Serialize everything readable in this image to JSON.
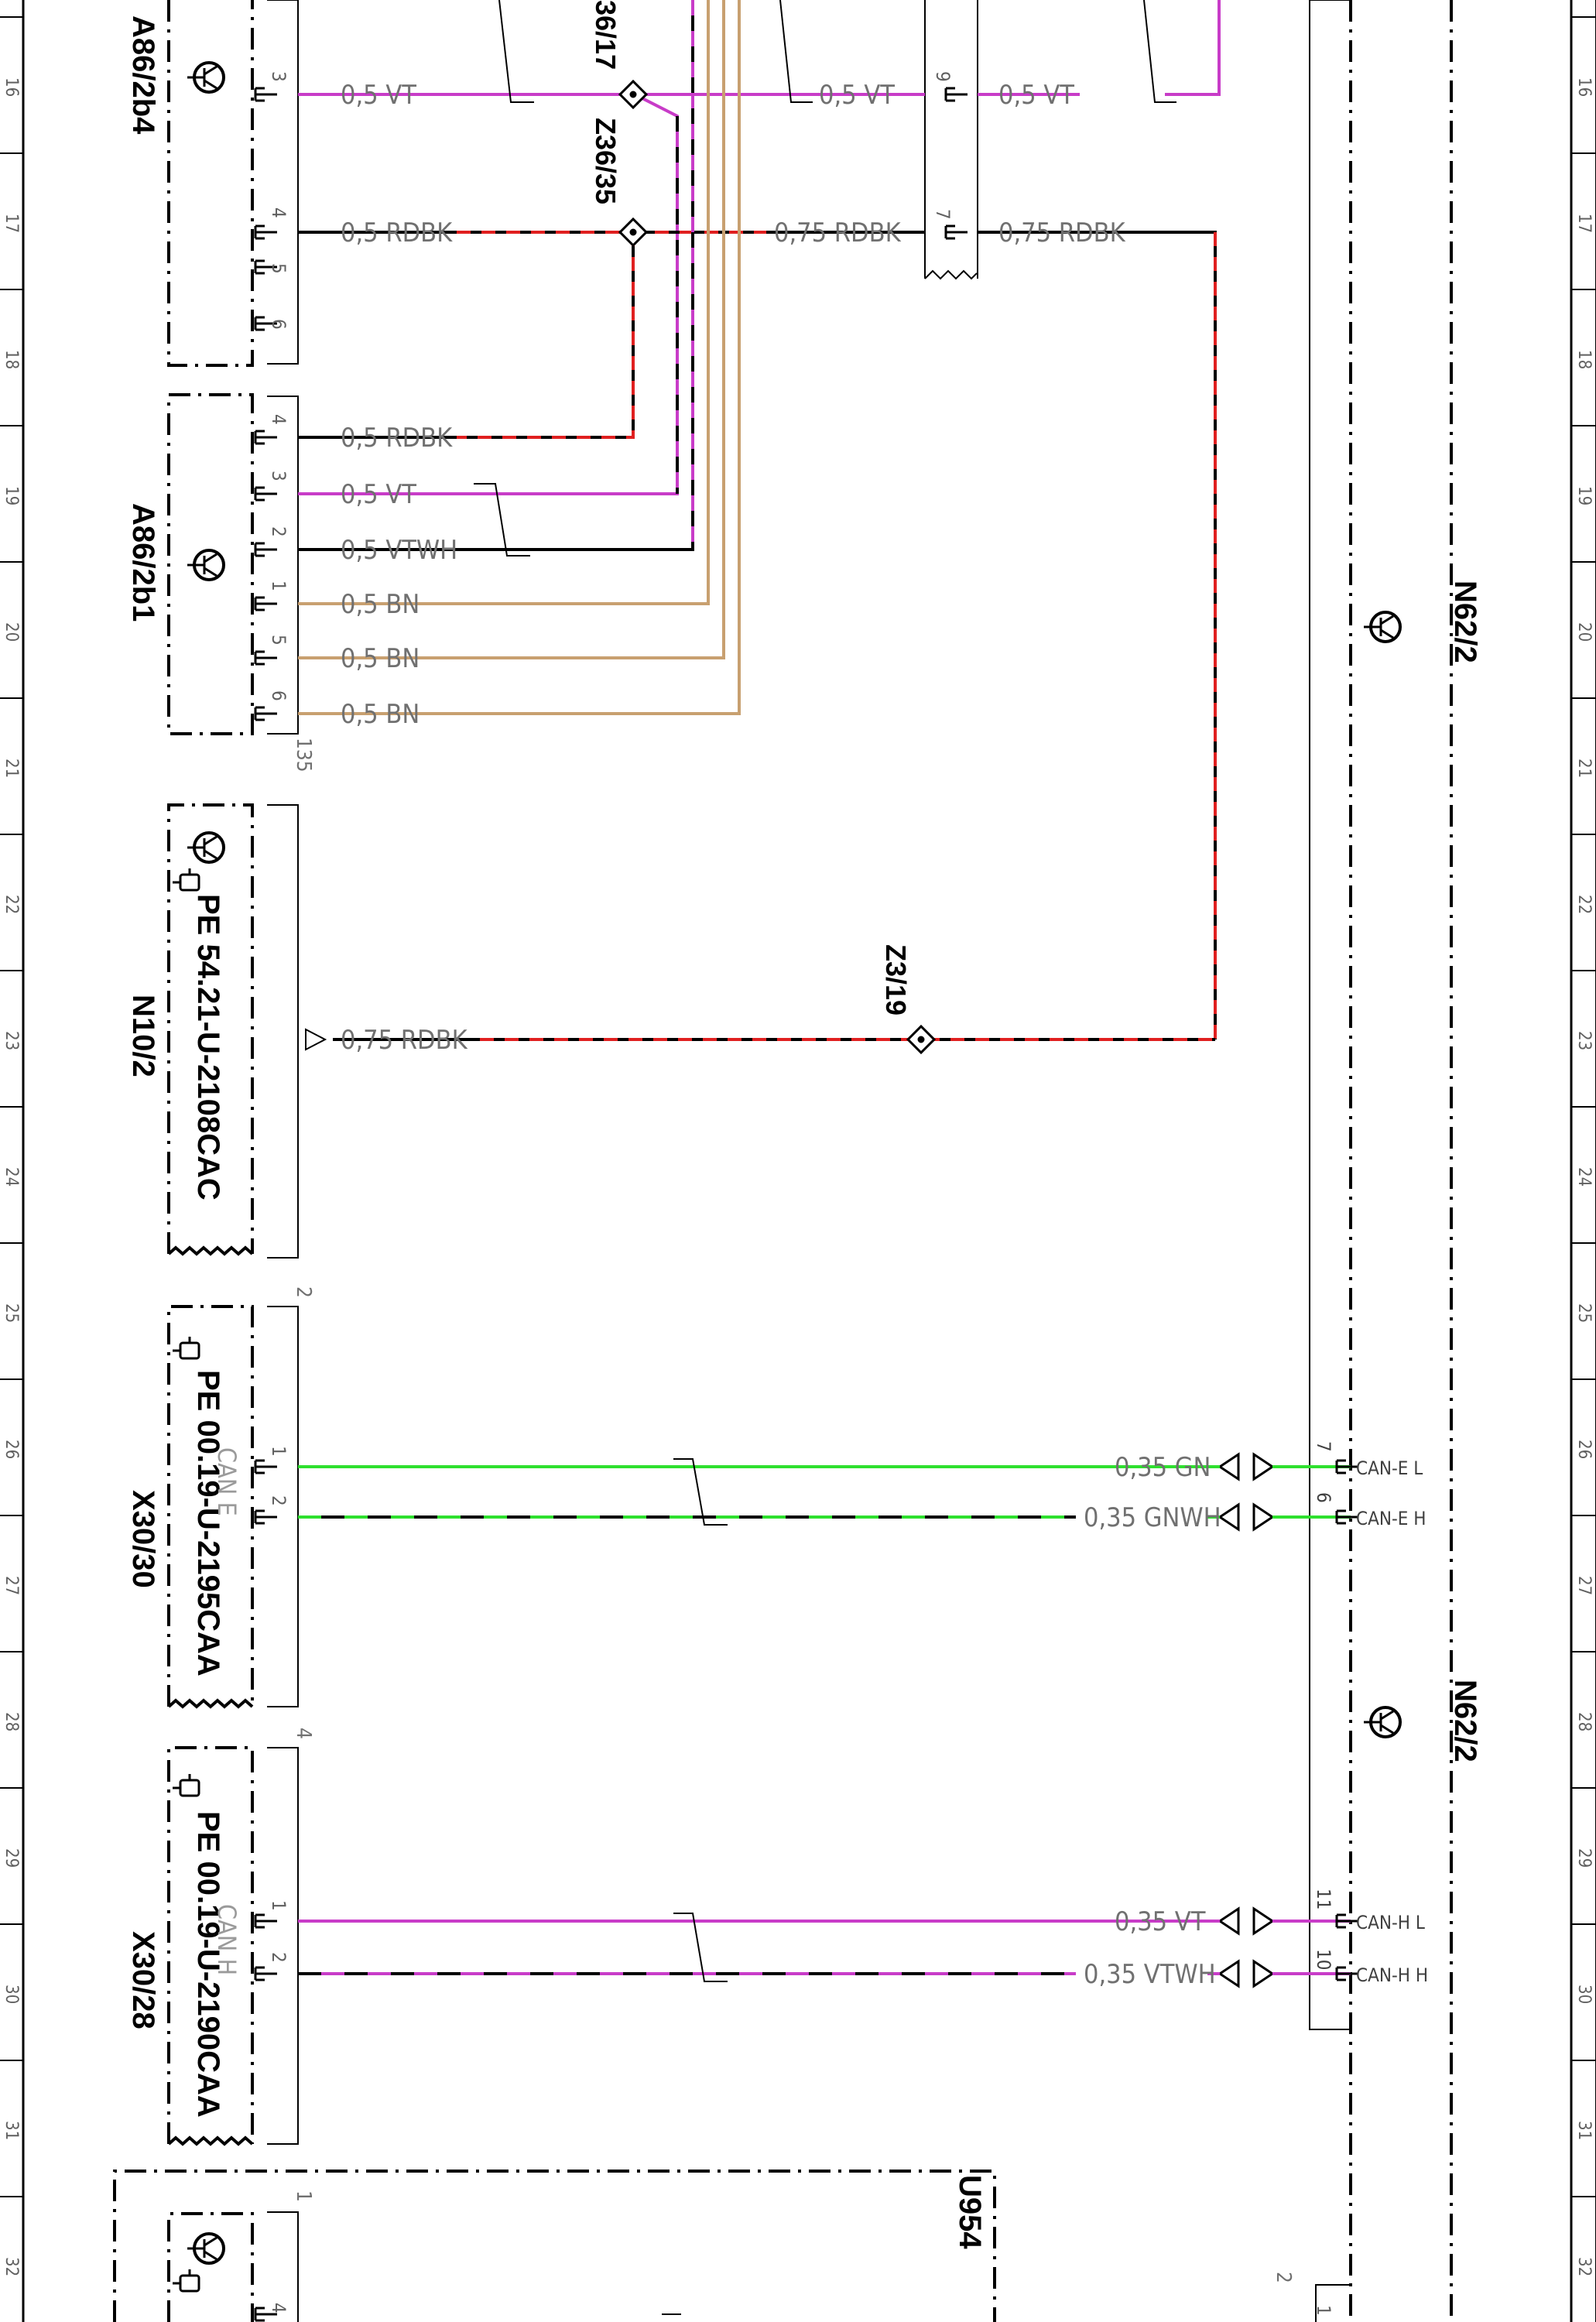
{
  "components": {
    "a86_2b4": {
      "label": "A86/2b4",
      "pins": [
        "3",
        "4",
        "5",
        "6"
      ]
    },
    "a86_2b1": {
      "label": "A86/2b1",
      "pins": [
        "4",
        "3",
        "2",
        "1",
        "5",
        "6"
      ]
    },
    "n10_2": {
      "label": "N10/2",
      "pe": "PE 54.21-U-2108CAC",
      "ref": "135"
    },
    "x30_30": {
      "label": "X30/30",
      "pe": "PE 00.19-U-2195CAA",
      "can": "CAN E",
      "ref": "2",
      "pins": [
        "1",
        "2"
      ]
    },
    "x30_28": {
      "label": "X30/28",
      "pe": "PE 00.19-U-2190CAA",
      "can": "CAN H",
      "ref": "4",
      "pins": [
        "1",
        "2"
      ]
    },
    "u954": {
      "label": "U954",
      "ref": "1",
      "pin": "4",
      "pin2": "2",
      "pin3": "1"
    },
    "n62_2_top": {
      "label": "N62/2"
    },
    "n62_2_bottom": {
      "label": "N62/2"
    }
  },
  "splices": {
    "z36_17": "36/17",
    "z36_35": "Z36/35",
    "z3_19": "Z3/19"
  },
  "wires": {
    "a86_2b4_p3": "0,5  VT",
    "a86_2b4_p4": "0,5  RDBK",
    "mid_p9": "0,5  VT",
    "mid_p9_right": "0,5  VT",
    "mid_p7": "0,75  RDBK",
    "mid_p7_right": "0,75  RDBK",
    "a86_2b1_p4": "0,5  RDBK",
    "a86_2b1_p3": "0,5  VT",
    "a86_2b1_p2": "0,5  VTWH",
    "a86_2b1_p1": "0,5  BN",
    "a86_2b1_p5": "0,5  BN",
    "a86_2b1_p6": "0,5  BN",
    "n10_2_out": "0,75  RDBK",
    "x30_30_p1": "0,35  GN",
    "x30_30_p2": "0,35  GNWH",
    "x30_28_p1": "0,35  VT",
    "x30_28_p2": "0,35  VTWH"
  },
  "connector_pins": {
    "p9": "9",
    "p7": "7"
  },
  "can_terms": [
    {
      "pin": "7",
      "label": "CAN-E L"
    },
    {
      "pin": "6",
      "label": "CAN-E H"
    },
    {
      "pin": "11",
      "label": "CAN-H L"
    },
    {
      "pin": "10",
      "label": "CAN-H H"
    }
  ],
  "grid": [
    "16",
    "17",
    "18",
    "19",
    "20",
    "21",
    "22",
    "23",
    "24",
    "25",
    "26",
    "27",
    "28",
    "29",
    "30",
    "31",
    "32"
  ],
  "colors": {
    "violet": "#c83cc8",
    "red": "#e02020",
    "brown": "#c8a070",
    "green": "#2ee02e",
    "line": "#000000"
  }
}
